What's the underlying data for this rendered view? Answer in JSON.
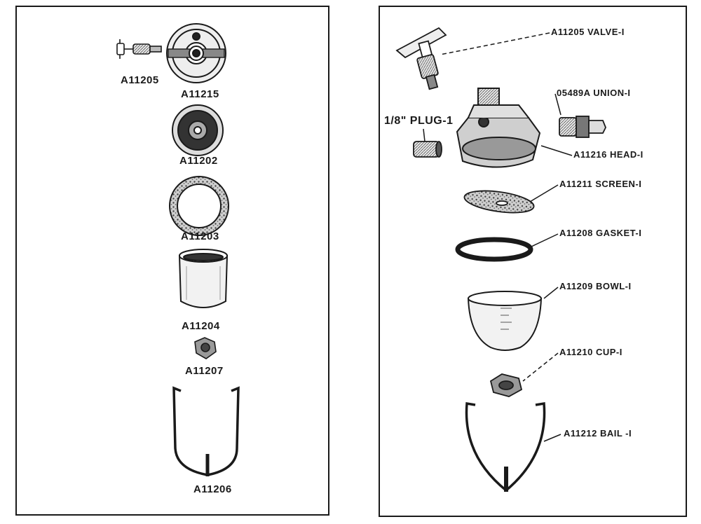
{
  "left_panel": {
    "labels": [
      "A11205",
      "A11215",
      "A11202",
      "A11203",
      "A11204",
      "A11207",
      "A11206"
    ]
  },
  "right_panel": {
    "callouts": [
      {
        "part": "A11205",
        "name": "VALVE-I"
      },
      {
        "part": "05489A",
        "name": "UNION-I"
      },
      {
        "part": "1/8\"",
        "name": "PLUG-1"
      },
      {
        "part": "A11216",
        "name": "HEAD-I"
      },
      {
        "part": "A11211",
        "name": "SCREEN-I"
      },
      {
        "part": "A11208",
        "name": "GASKET-I"
      },
      {
        "part": "A11209",
        "name": "BOWL-I"
      },
      {
        "part": "A11210",
        "name": "CUP-I"
      },
      {
        "part": "A11212",
        "name": "BAIL -I"
      }
    ]
  }
}
